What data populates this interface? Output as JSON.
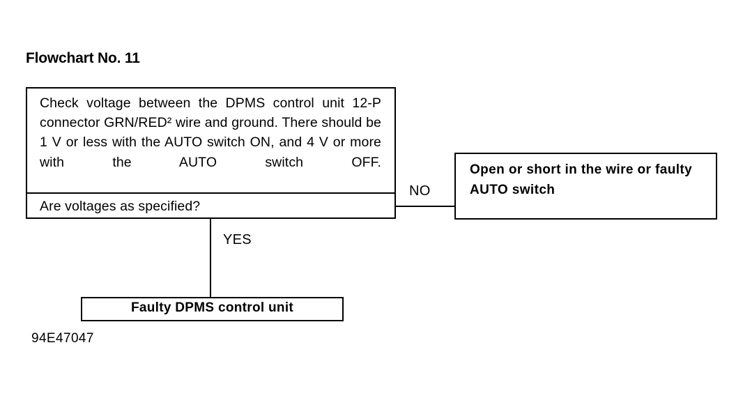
{
  "figure": {
    "title": "Flowchart No. 11",
    "caption": "94E47047",
    "background_color": "#ffffff",
    "line_color": "#000000"
  },
  "nodes": {
    "decision": {
      "type": "decision",
      "body": "Check voltage between the DPMS control unit 12-P connector GRN/RED² wire and ground. There should be 1 V or less with the AUTO switch ON, and 4 V or more with the AUTO switch OFF.",
      "question": "Are voltages as specified?"
    },
    "outcome_no": {
      "type": "outcome",
      "text": "Open or short in the wire or faulty AUTO switch"
    },
    "outcome_yes": {
      "type": "outcome",
      "text": "Faulty DPMS control unit"
    }
  },
  "branches": {
    "no_label": "NO",
    "yes_label": "YES"
  }
}
